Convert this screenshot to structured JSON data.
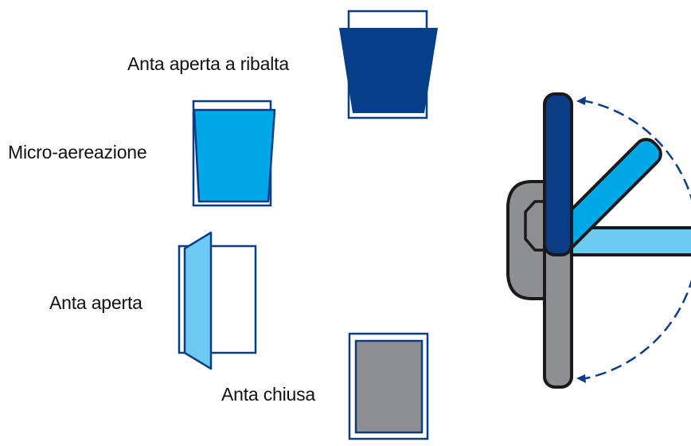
{
  "labels": {
    "tilt_turn": "Anta aperta a ribalta",
    "micro_vent": "Micro-aereazione",
    "open": "Anta aperta",
    "closed": "Anta chiusa"
  },
  "colors": {
    "navy": "#063f88",
    "dark_blue": "#0b3d86",
    "sky": "#00a8e8",
    "light_sky": "#6ccaf2",
    "grey": "#8e8f92",
    "outline": "#1a1a1a",
    "frame": "#0b3d86",
    "background": "#ffffff"
  }
}
